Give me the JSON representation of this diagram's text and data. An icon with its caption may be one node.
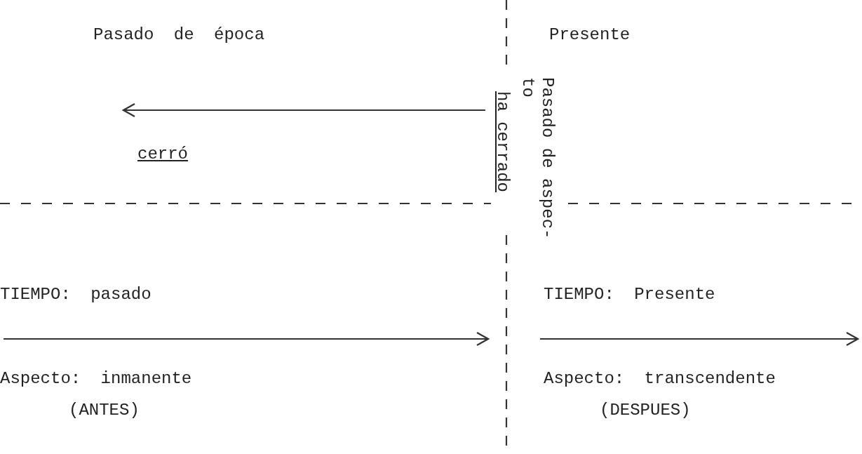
{
  "diagram": {
    "labels": [
      "Pasado de época",
      "Presente",
      "Pasado de aspec-to",
      "ha cerrado",
      "cerró",
      "TIEMPO: pasado",
      "TIEMPO: Presente",
      "Aspecto: inmanente",
      "(ANTES)",
      "Aspecto: transcendente",
      "(DESPUES)"
    ]
  }
}
